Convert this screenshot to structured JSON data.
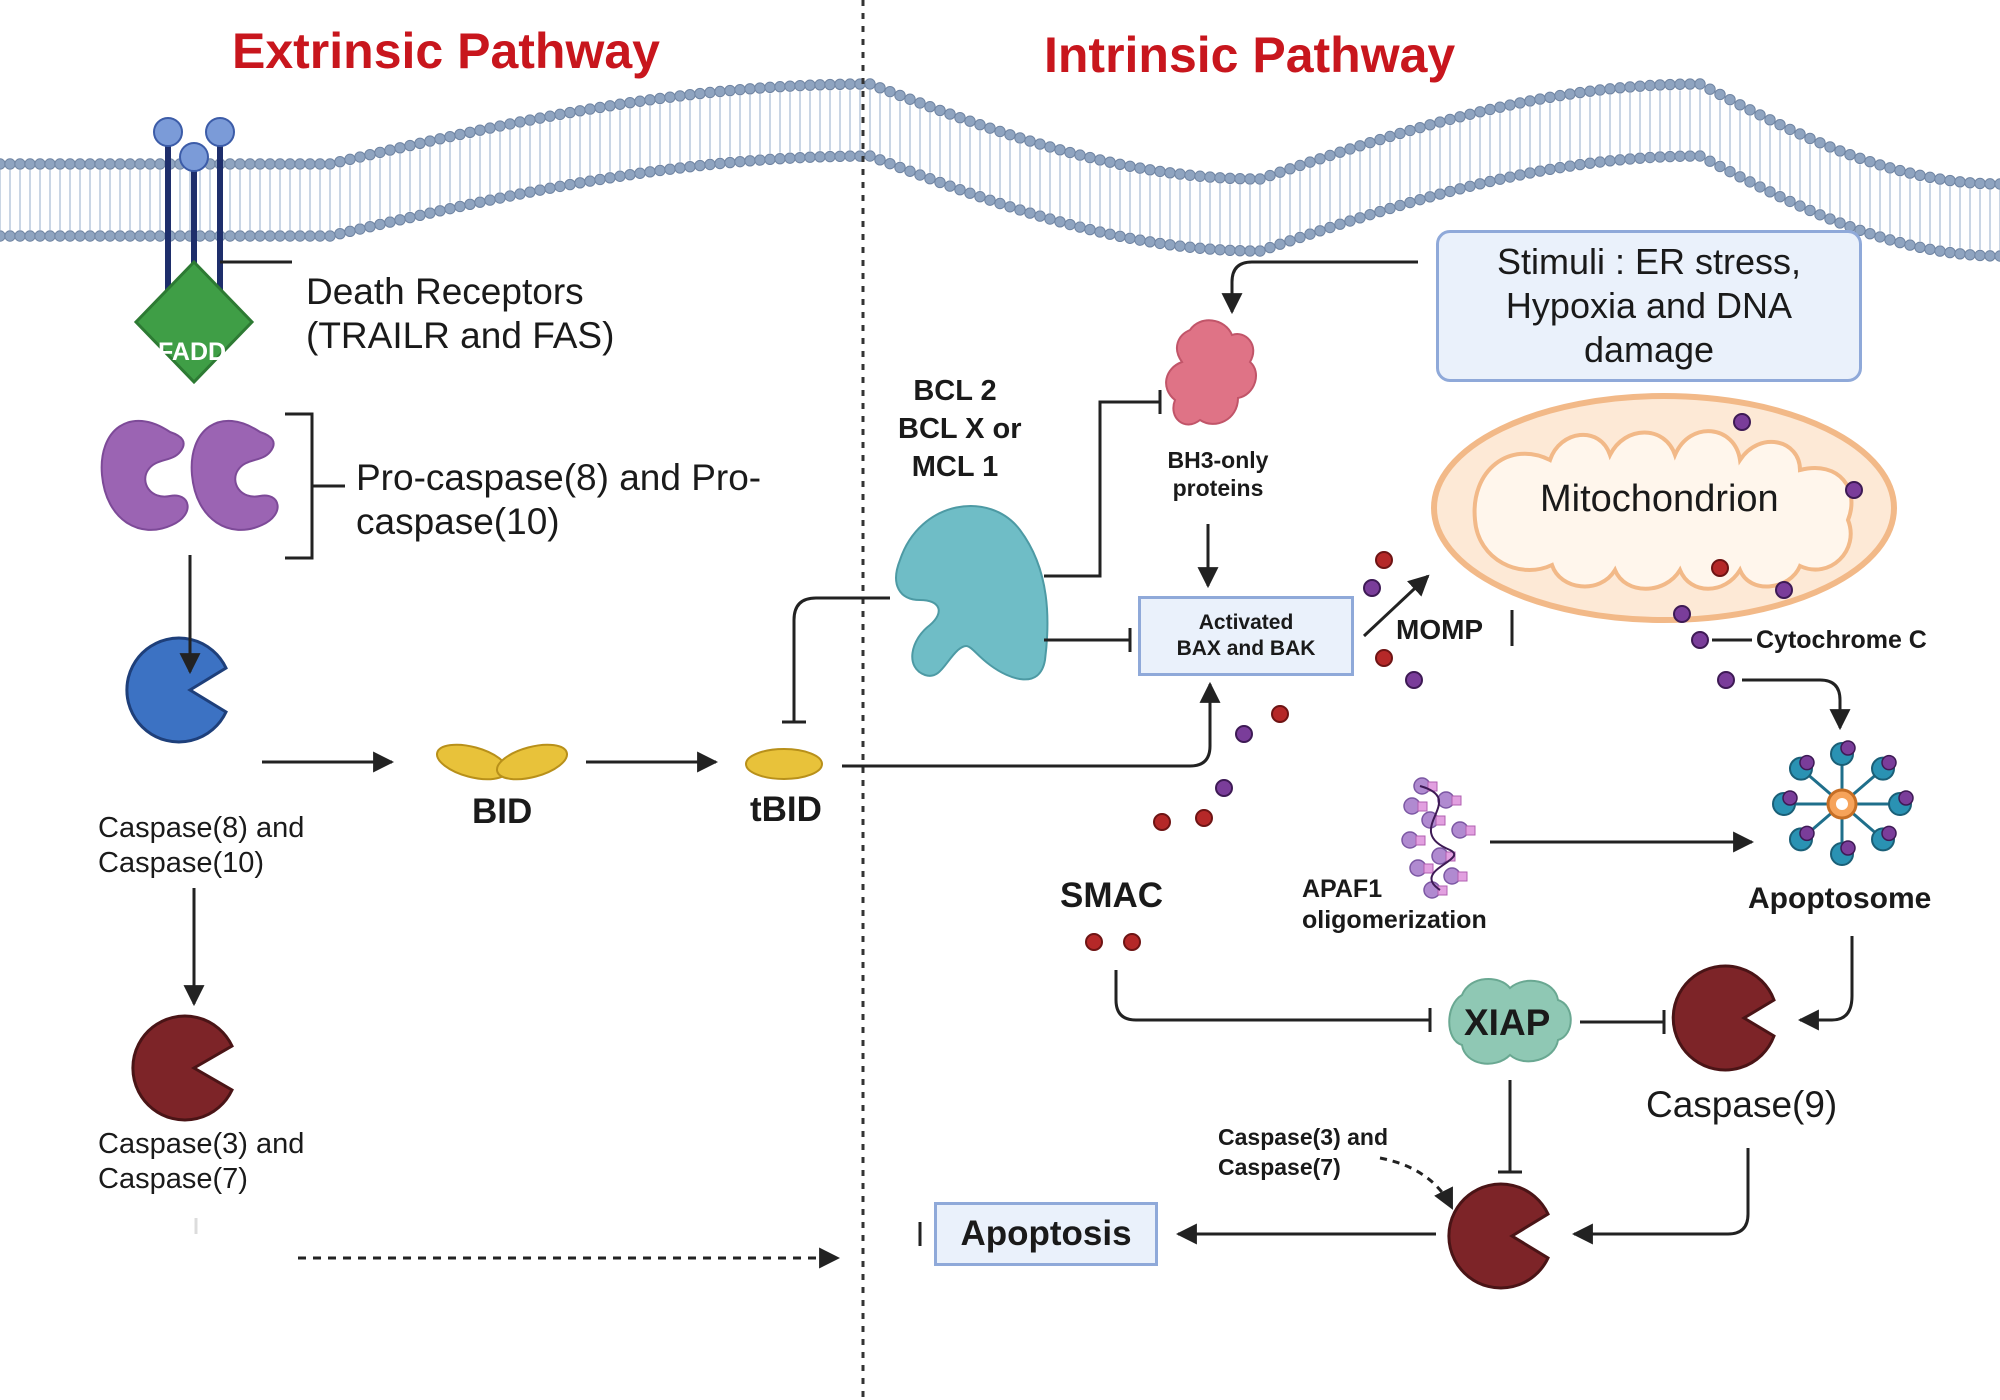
{
  "titles": {
    "extrinsic": "Extrinsic Pathway",
    "intrinsic": "Intrinsic Pathway"
  },
  "extrinsic": {
    "fadd": "FADD",
    "death_receptors": [
      "Death Receptors",
      "(TRAILR and FAS)"
    ],
    "pro_caspase": [
      "Pro-caspase(8) and Pro-",
      "caspase(10)"
    ],
    "caspase_8_10": [
      "Caspase(8) and",
      "Caspase(10)"
    ],
    "caspase_3_7": [
      "Caspase(3) and",
      "Caspase(7)"
    ],
    "bid": "BID",
    "tbid": "tBID"
  },
  "intrinsic": {
    "stimuli": [
      "Stimuli : ER stress,",
      "Hypoxia and DNA",
      "damage"
    ],
    "bcl": [
      "BCL 2",
      "BCL X or",
      "MCL 1"
    ],
    "bh3": [
      "BH3-only",
      "proteins"
    ],
    "bax_bak": [
      "Activated",
      "BAX and BAK"
    ],
    "momp": "MOMP",
    "mitochondrion": "Mitochondrion",
    "cytochrome_c": "Cytochrome C",
    "smac": "SMAC",
    "apaf1": [
      "APAF1",
      "oligomerization"
    ],
    "apoptosome": "Apoptosome",
    "xiap": "XIAP",
    "caspase_9": "Caspase(9)",
    "caspase_3_7": [
      "Caspase(3) and",
      "Caspase(7)"
    ]
  },
  "apoptosis": "Apoptosis",
  "colors": {
    "title_red": "#c8161d",
    "fadd_green": "#3f9e46",
    "procaspase_purple": "#9b64b3",
    "caspase8_blue": "#3c72c3",
    "caspase_dark_red": "#7d2428",
    "bid_yellow": "#e8c23a",
    "bcl_teal": "#6fbdc6",
    "bh3_pink": "#df7386",
    "xiap_green": "#8fc8b4",
    "box_fill": "#eaf1fb",
    "box_border": "#8fa9d9",
    "membrane_blue": "#8fa4c0"
  }
}
